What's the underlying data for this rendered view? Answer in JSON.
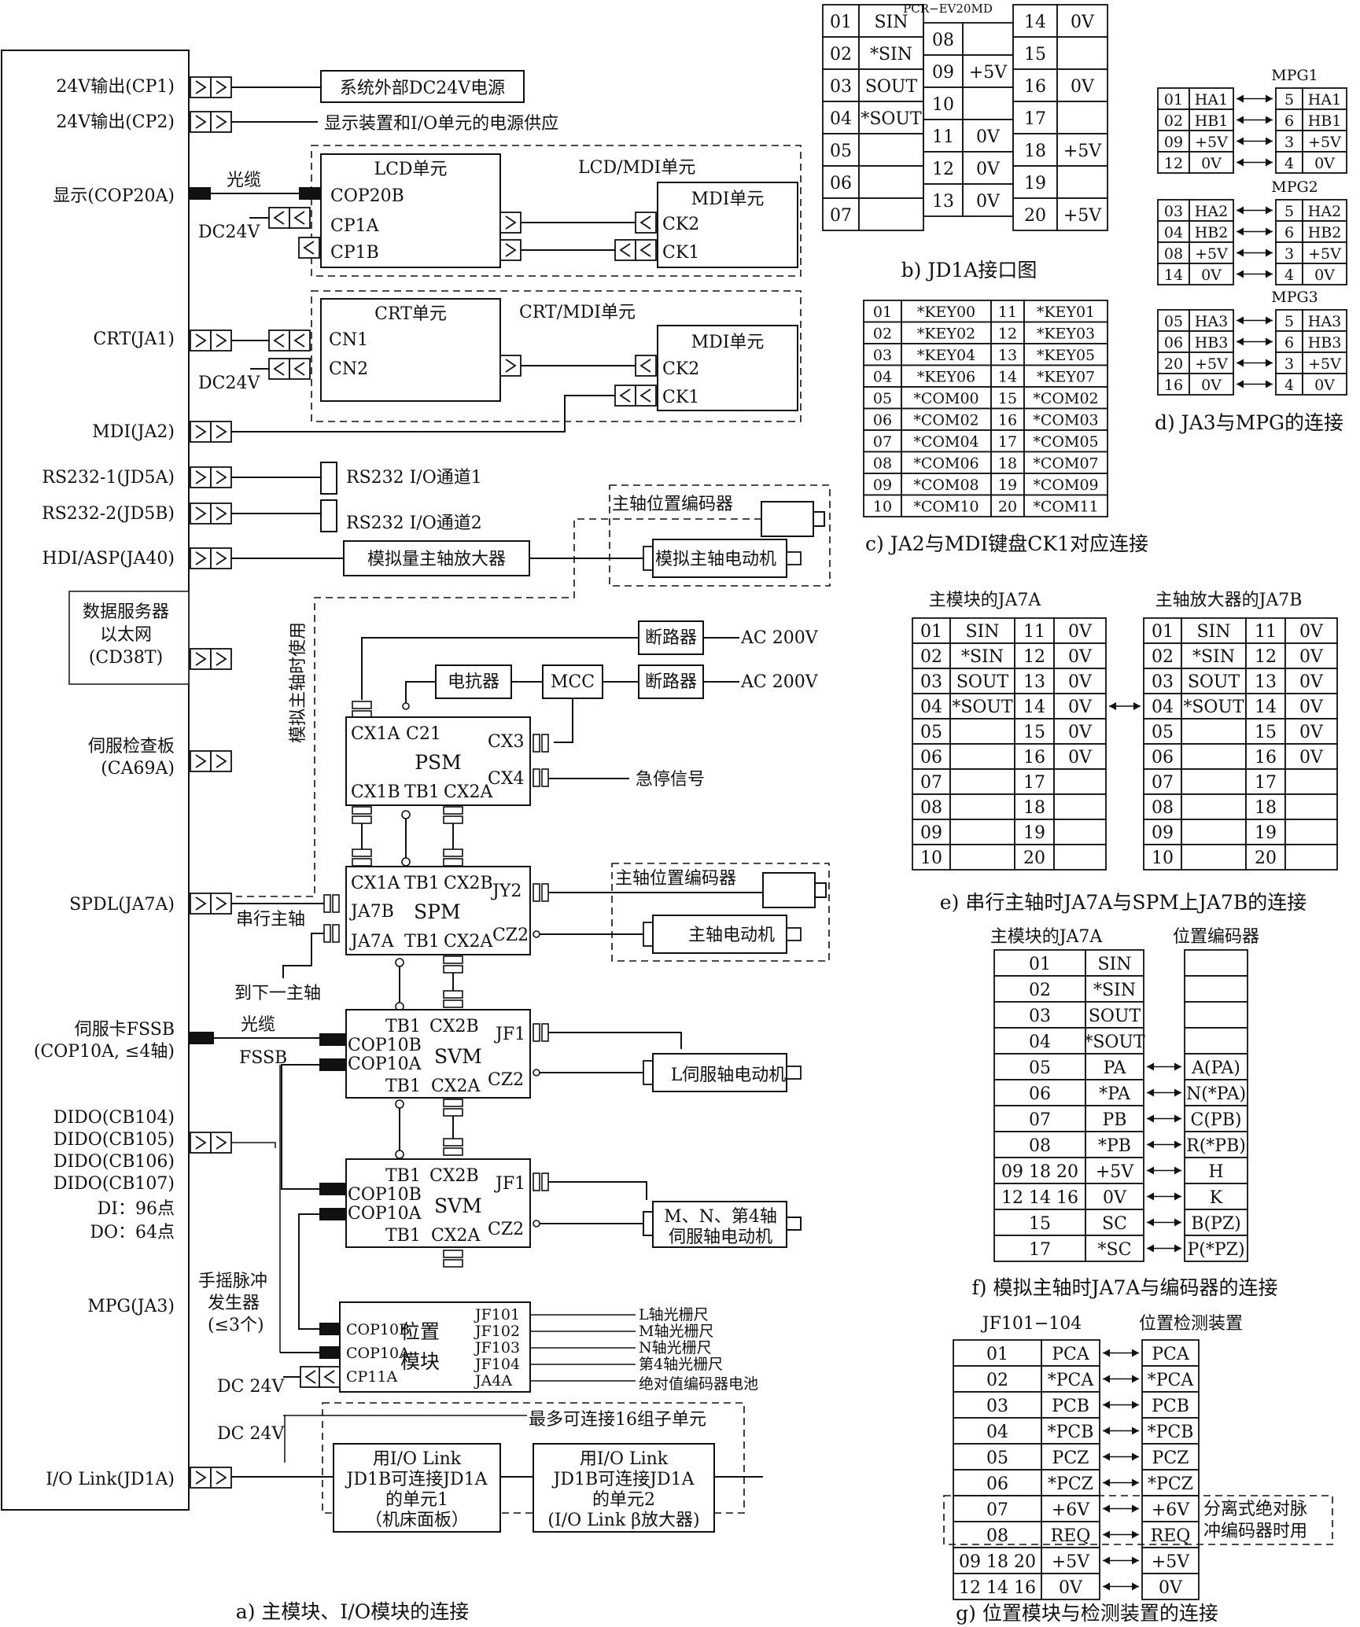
{
  "panel_a": {
    "caption": "a) 主模块、I/O模块的连接",
    "ports": {
      "cp1": "24V输出(CP1)",
      "cp2": "24V输出(CP2)",
      "cop20a": "显示(COP20A)",
      "ja1": "CRT(JA1)",
      "ja2": "MDI(JA2)",
      "jd5a": "RS232-1(JD5A)",
      "jd5b": "RS232-2(JD5B)",
      "ja40": "HDI/ASP(JA40)",
      "cd38t_1": "数据服务器",
      "cd38t_2": "以太网",
      "cd38t_3": "(CD38T)",
      "ca69a_1": "伺服检查板",
      "ca69a_2": "(CA69A)",
      "ja7a": "SPDL(JA7A)",
      "fssb_1": "伺服卡FSSB",
      "fssb_2": "(COP10A, ≤4轴)",
      "cb104": "DIDO(CB104)",
      "cb105": "DIDO(CB105)",
      "cb106": "DIDO(CB106)",
      "cb107": "DIDO(CB107)",
      "di": "DI：96点",
      "do": "DO：64点",
      "ja3": "MPG(JA3)",
      "jd1a": "I/O Link(JD1A)"
    },
    "labels": {
      "ext_24v": "系统外部DC24V电源",
      "display_power": "显示装置和I/O单元的电源供应",
      "fiber": "光缆",
      "dc24v": "DC24V",
      "dc_24v": "DC 24V",
      "lcd_unit": "LCD单元",
      "lcd_mdi_unit": "LCD/MDI单元",
      "cop20b": "COP20B",
      "cp1a": "CP1A",
      "cp1b": "CP1B",
      "mdi_unit": "MDI单元",
      "ck2": "CK2",
      "ck1": "CK1",
      "crt_unit": "CRT单元",
      "crt_mdi_unit": "CRT/MDI单元",
      "cn1": "CN1",
      "cn2": "CN2",
      "rs232_ch1": "RS232 I/O通道1",
      "rs232_ch2": "RS232 I/O通道2",
      "spindle_encoder": "主轴位置编码器",
      "analog_amp": "模拟量主轴放大器",
      "analog_motor": "模拟主轴电动机",
      "analog_only": "模拟主轴时使用",
      "breaker": "断路器",
      "ac200v": "AC 200V",
      "reactor": "电抗器",
      "mcc": "MCC",
      "cx1a": "CX1A",
      "c21": "C21",
      "psm": "PSM",
      "cx3": "CX3",
      "cx4": "CX4",
      "estop": "急停信号",
      "cx1b": "CX1B",
      "tb1": "TB1",
      "cx2a": "CX2A",
      "cx2b": "CX2B",
      "jy2": "JY2",
      "spm": "SPM",
      "ja7b": "JA7B",
      "ja7a": "JA7A",
      "cz2": "CZ2",
      "serial_spindle": "串行主轴",
      "spindle_motor": "主轴电动机",
      "next_spindle": "到下一主轴",
      "fssb": "FSSB",
      "cop10b": "COP10B",
      "cop10a": "COP10A",
      "svm": "SVM",
      "jf1": "JF1",
      "l_servo": "L伺服轴电动机",
      "mn4_servo_1": "M、N、第4轴",
      "mn4_servo_2": "伺服轴电动机",
      "mpg_1": "手摇脉冲",
      "mpg_2": "发生器",
      "mpg_3": "(≤3个)",
      "pos_module_1": "位置",
      "pos_module_2": "模块",
      "cp11a": "CP11A",
      "jf101": "JF101",
      "jf102": "JF102",
      "jf103": "JF103",
      "jf104": "JF104",
      "ja4a": "JA4A",
      "l_scale": "L轴光栅尺",
      "m_scale": "M轴光栅尺",
      "n_scale": "N轴光栅尺",
      "ax4_scale": "第4轴光栅尺",
      "abs_battery": "绝对值编码器电池",
      "max16": "最多可连接16组子单元",
      "unit1_1": "用I/O Link",
      "unit1_2": "JD1B可连接JD1A",
      "unit1_3": "的单元1",
      "unit1_4": "（机床面板）",
      "unit2_1": "用I/O Link",
      "unit2_2": "JD1B可连接JD1A",
      "unit2_3": "的单元2",
      "unit2_4": "(I/O Link β放大器)"
    }
  },
  "panel_b": {
    "caption": "b) JD1A接口图",
    "connector": "PCR−EV20MD",
    "left": [
      [
        "01",
        "SIN"
      ],
      [
        "02",
        "*SIN"
      ],
      [
        "03",
        "SOUT"
      ],
      [
        "04",
        "*SOUT"
      ],
      [
        "05",
        ""
      ],
      [
        "06",
        ""
      ],
      [
        "07",
        ""
      ]
    ],
    "mid": [
      [
        "08",
        ""
      ],
      [
        "09",
        "+5V"
      ],
      [
        "10",
        ""
      ],
      [
        "11",
        "0V"
      ],
      [
        "12",
        "0V"
      ],
      [
        "13",
        "0V"
      ]
    ],
    "right": [
      [
        "14",
        "0V"
      ],
      [
        "15",
        ""
      ],
      [
        "16",
        "0V"
      ],
      [
        "17",
        ""
      ],
      [
        "18",
        "+5V"
      ],
      [
        "19",
        ""
      ],
      [
        "20",
        "+5V"
      ]
    ]
  },
  "panel_c": {
    "caption": "c) JA2与MDI键盘CK1对应连接",
    "rows": [
      [
        "01",
        "*KEY00",
        "11",
        "*KEY01"
      ],
      [
        "02",
        "*KEY02",
        "12",
        "*KEY03"
      ],
      [
        "03",
        "*KEY04",
        "13",
        "*KEY05"
      ],
      [
        "04",
        "*KEY06",
        "14",
        "*KEY07"
      ],
      [
        "05",
        "*COM00",
        "15",
        "*COM02"
      ],
      [
        "06",
        "*COM02",
        "16",
        "*COM03"
      ],
      [
        "07",
        "*COM04",
        "17",
        "*COM05"
      ],
      [
        "08",
        "*COM06",
        "18",
        "*COM07"
      ],
      [
        "09",
        "*COM08",
        "19",
        "*COM09"
      ],
      [
        "10",
        "*COM10",
        "20",
        "*COM11"
      ]
    ]
  },
  "panel_d": {
    "caption": "d) JA3与MPG的连接",
    "groups": [
      {
        "name": "MPG1",
        "left": [
          [
            "01",
            "HA1"
          ],
          [
            "02",
            "HB1"
          ],
          [
            "09",
            "+5V"
          ],
          [
            "12",
            "0V"
          ]
        ],
        "right": [
          [
            "5",
            "HA1"
          ],
          [
            "6",
            "HB1"
          ],
          [
            "3",
            "+5V"
          ],
          [
            "4",
            "0V"
          ]
        ]
      },
      {
        "name": "MPG2",
        "left": [
          [
            "03",
            "HA2"
          ],
          [
            "04",
            "HB2"
          ],
          [
            "08",
            "+5V"
          ],
          [
            "14",
            "0V"
          ]
        ],
        "right": [
          [
            "5",
            "HA2"
          ],
          [
            "6",
            "HB2"
          ],
          [
            "3",
            "+5V"
          ],
          [
            "4",
            "0V"
          ]
        ]
      },
      {
        "name": "MPG3",
        "left": [
          [
            "05",
            "HA3"
          ],
          [
            "06",
            "HB3"
          ],
          [
            "20",
            "+5V"
          ],
          [
            "16",
            "0V"
          ]
        ],
        "right": [
          [
            "5",
            "HA3"
          ],
          [
            "6",
            "HB3"
          ],
          [
            "3",
            "+5V"
          ],
          [
            "4",
            "0V"
          ]
        ]
      }
    ]
  },
  "panel_e": {
    "caption": "e) 串行主轴时JA7A与SPM上JA7B的连接",
    "left_title": "主模块的JA7A",
    "right_title": "主轴放大器的JA7B",
    "rows": [
      [
        "01",
        "SIN",
        "11",
        "0V"
      ],
      [
        "02",
        "*SIN",
        "12",
        "0V"
      ],
      [
        "03",
        "SOUT",
        "13",
        "0V"
      ],
      [
        "04",
        "*SOUT",
        "14",
        "0V"
      ],
      [
        "05",
        "",
        "15",
        "0V"
      ],
      [
        "06",
        "",
        "16",
        "0V"
      ],
      [
        "07",
        "",
        "17",
        ""
      ],
      [
        "08",
        "",
        "18",
        ""
      ],
      [
        "09",
        "",
        "19",
        ""
      ],
      [
        "10",
        "",
        "20",
        ""
      ]
    ]
  },
  "panel_f": {
    "caption": "f) 模拟主轴时JA7A与编码器的连接",
    "left_title": "主模块的JA7A",
    "right_title": "位置编码器",
    "rows": [
      [
        "01",
        "SIN",
        ""
      ],
      [
        "02",
        "*SIN",
        ""
      ],
      [
        "03",
        "SOUT",
        ""
      ],
      [
        "04",
        "*SOUT",
        ""
      ],
      [
        "05",
        "PA",
        "A(PA)"
      ],
      [
        "06",
        "*PA",
        "N(*PA)"
      ],
      [
        "07",
        "PB",
        "C(PB)"
      ],
      [
        "08",
        "*PB",
        "R(*PB)"
      ],
      [
        "09  18  20",
        "+5V",
        "H"
      ],
      [
        "12  14  16",
        "0V",
        "K"
      ],
      [
        "15",
        "SC",
        "B(PZ)"
      ],
      [
        "17",
        "*SC",
        "P(*PZ)"
      ]
    ]
  },
  "panel_g": {
    "caption": "g) 位置模块与检测装置的连接",
    "left_title": "JF101−104",
    "right_title": "位置检测装置",
    "note_1": "分离式绝对脉",
    "note_2": "冲编码器时用",
    "rows": [
      [
        "01",
        "PCA",
        "PCA"
      ],
      [
        "02",
        "*PCA",
        "*PCA"
      ],
      [
        "03",
        "PCB",
        "PCB"
      ],
      [
        "04",
        "*PCB",
        "*PCB"
      ],
      [
        "05",
        "PCZ",
        "PCZ"
      ],
      [
        "06",
        "*PCZ",
        "*PCZ"
      ],
      [
        "07",
        "+6V",
        "+6V"
      ],
      [
        "08",
        "REQ",
        "REQ"
      ],
      [
        "09  18  20",
        "+5V",
        "+5V"
      ],
      [
        "12  14  16",
        "0V",
        "0V"
      ]
    ]
  }
}
